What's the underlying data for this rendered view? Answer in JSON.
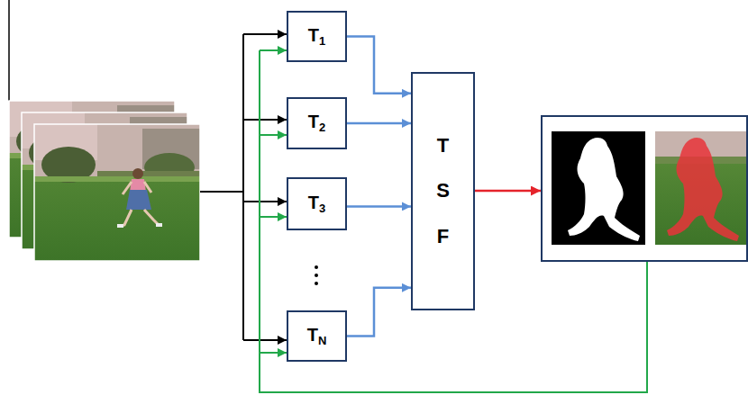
{
  "diagram": {
    "nodes": [
      {
        "text": [
          "T1"
        ]
      },
      {
        "text": [
          "T2"
        ]
      },
      {
        "text": [
          "T3"
        ]
      },
      {
        "text": [
          "TN"
        ]
      },
      {
        "text": [
          "T S F"
        ]
      }
    ],
    "edges": [
      {
        "from": 0,
        "to": 4,
        "arrow": "to"
      },
      {
        "from": 1,
        "to": 4,
        "arrow": "to"
      },
      {
        "from": 2,
        "to": 4,
        "arrow": "to"
      },
      {
        "from": 3,
        "to": 4,
        "arrow": "to"
      }
    ]
  }
}
